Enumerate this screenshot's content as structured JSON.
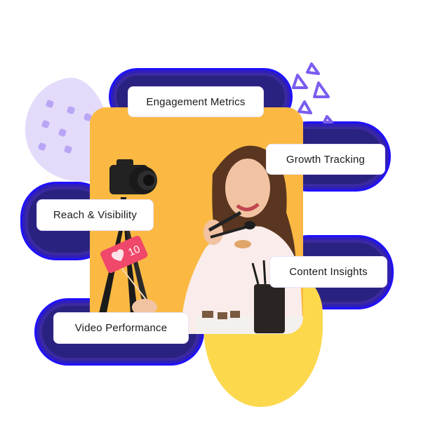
{
  "labels": {
    "engagement": "Engagement Metrics",
    "growth": "Growth Tracking",
    "reach": "Reach & Visibility",
    "content": "Content Insights",
    "video": "Video Performance"
  },
  "photo": {
    "like_badge_count": "10",
    "description": "Woman holding makeup brushes in front of a camera on a tripod"
  },
  "colors": {
    "photo_background": "#fbb943",
    "glow": "#2a2280",
    "accent_purple": "#7b5cf0",
    "lilac_blob": "#e4dbfb",
    "yellow_blob": "#fcd84d",
    "like_badge": "#f0486a"
  }
}
